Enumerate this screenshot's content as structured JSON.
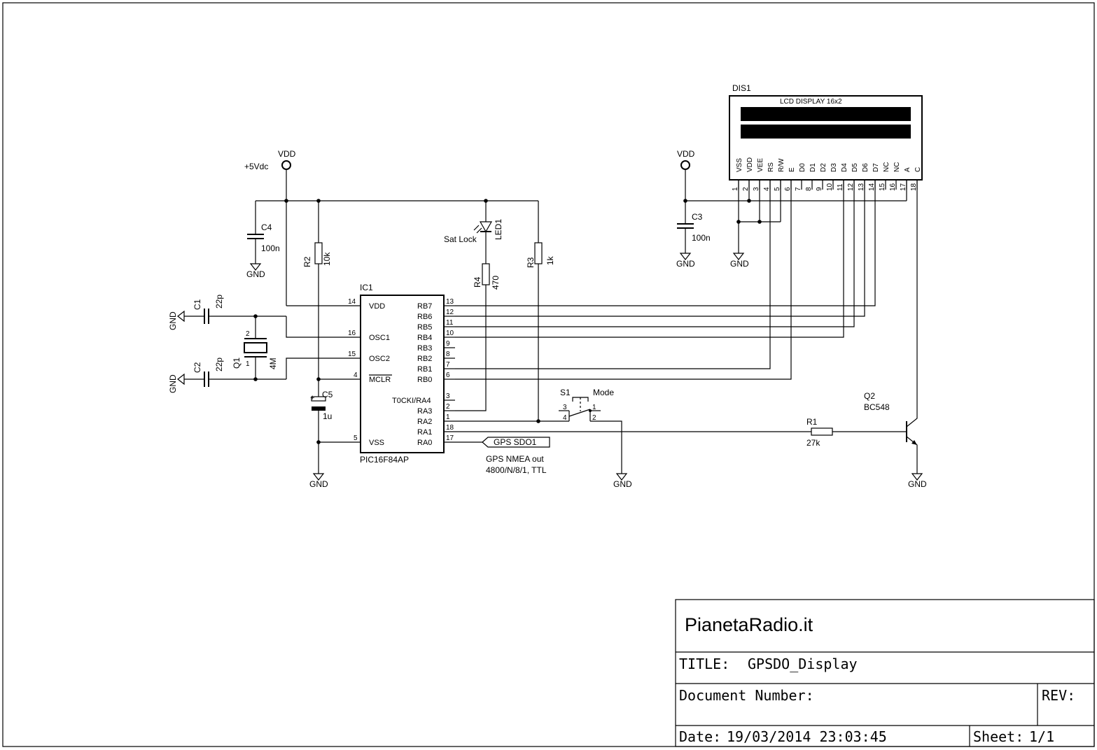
{
  "power": {
    "vdd_left": "VDD",
    "supply_label": "+5Vdc",
    "vdd_right": "VDD",
    "gnd": "GND"
  },
  "components": {
    "c4": {
      "ref": "C4",
      "value": "100n"
    },
    "c3": {
      "ref": "C3",
      "value": "100n"
    },
    "c1": {
      "ref": "C1",
      "value": "22p"
    },
    "c2": {
      "ref": "C2",
      "value": "22p"
    },
    "c5": {
      "ref": "C5",
      "value": "1u",
      "polarity": "+"
    },
    "q1": {
      "ref": "Q1",
      "value": "4M",
      "pin_top": "2",
      "pin_bottom": "1"
    },
    "r2": {
      "ref": "R2",
      "value": "10k"
    },
    "r3": {
      "ref": "R3",
      "value": "1k"
    },
    "r4": {
      "ref": "R4",
      "value": "470"
    },
    "r1": {
      "ref": "R1",
      "value": "27k"
    },
    "led1": {
      "ref": "LED1",
      "label": "Sat Lock"
    },
    "s1": {
      "ref": "S1",
      "label": "Mode",
      "pins": [
        "3",
        "1",
        "4",
        "2"
      ]
    },
    "q2": {
      "ref": "Q2",
      "value": "BC548"
    },
    "ic1": {
      "ref": "IC1",
      "part": "PIC16F84AP",
      "left_pins": [
        {
          "num": "14",
          "name": "VDD"
        },
        {
          "num": "16",
          "name": "OSC1"
        },
        {
          "num": "15",
          "name": "OSC2"
        },
        {
          "num": "4",
          "name": "MCLR"
        },
        {
          "num": "5",
          "name": "VSS"
        }
      ],
      "right_pins": [
        {
          "num": "13",
          "name": "RB7"
        },
        {
          "num": "12",
          "name": "RB6"
        },
        {
          "num": "11",
          "name": "RB5"
        },
        {
          "num": "10",
          "name": "RB4"
        },
        {
          "num": "9",
          "name": "RB3"
        },
        {
          "num": "8",
          "name": "RB2"
        },
        {
          "num": "7",
          "name": "RB1"
        },
        {
          "num": "6",
          "name": "RB0"
        },
        {
          "num": "3",
          "name": "T0CKI/RA4"
        },
        {
          "num": "2",
          "name": "RA3"
        },
        {
          "num": "1",
          "name": "RA2"
        },
        {
          "num": "18",
          "name": "RA1"
        },
        {
          "num": "17",
          "name": "RA0"
        }
      ]
    },
    "dis1": {
      "ref": "DIS1",
      "title": "LCD DISPLAY 16x2",
      "pins": [
        {
          "num": "1",
          "name": "VSS"
        },
        {
          "num": "2",
          "name": "VDD"
        },
        {
          "num": "3",
          "name": "VEE"
        },
        {
          "num": "4",
          "name": "RS"
        },
        {
          "num": "5",
          "name": "R/W"
        },
        {
          "num": "6",
          "name": "E"
        },
        {
          "num": "7",
          "name": "D0"
        },
        {
          "num": "8",
          "name": "D1"
        },
        {
          "num": "9",
          "name": "D2"
        },
        {
          "num": "10",
          "name": "D3"
        },
        {
          "num": "11",
          "name": "D4"
        },
        {
          "num": "12",
          "name": "D5"
        },
        {
          "num": "13",
          "name": "D6"
        },
        {
          "num": "14",
          "name": "D7"
        },
        {
          "num": "15",
          "name": "NC"
        },
        {
          "num": "16",
          "name": "NC"
        },
        {
          "num": "17",
          "name": "A"
        },
        {
          "num": "18",
          "name": "C"
        }
      ]
    }
  },
  "gps": {
    "port": "GPS SDO1",
    "note_line1": "GPS NMEA out",
    "note_line2": "4800/N/8/1, TTL"
  },
  "title_block": {
    "company": "PianetaRadio.it",
    "title_label": "TITLE:",
    "title_value": "GPSDO_Display",
    "doc_label": "Document Number:",
    "rev_label": "REV:",
    "date_label": "Date:",
    "date_value": "19/03/2014 23:03:45",
    "sheet_label": "Sheet:",
    "sheet_value": "1/1"
  }
}
